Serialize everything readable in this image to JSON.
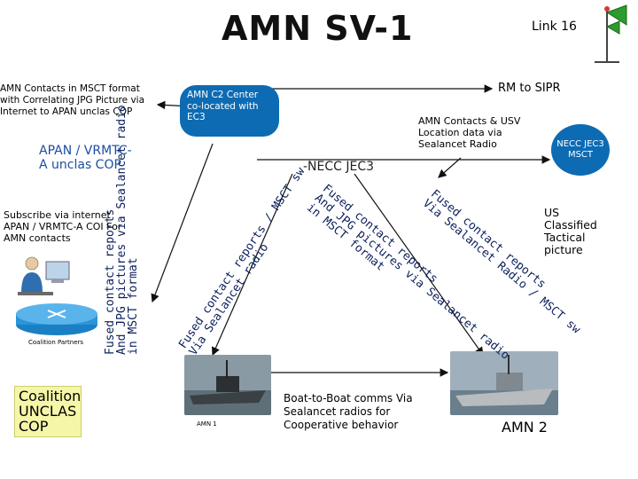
{
  "title": "AMN SV-1",
  "link16": "Link 16",
  "rm_to_sipr": "RM to SIPR",
  "amn_contacts_msct": "AMN Contacts in MSCT format with Correlating JPG Picture via Internet to APAN  unclas COP",
  "amn_c2": "AMN C2 Center co-located with EC3",
  "amn_contacts_usv": "AMN Contacts & USV Location data  via Sealancet Radio",
  "necc_jec3_right": "NECC JEC3 MSCT",
  "necc_jec3_mid": "-NECC  JEC3",
  "apan_cop": "APAN / VRMTC-A unclas COP",
  "subscribe": "Subscribe via internet APAN / VRMTC-A COI For AMN contacts",
  "us_classified": "US Classified Tactical picture",
  "coalition_partners": "Coalition Partners",
  "coalition_unclas_cop": "Coalition UNCLAS COP",
  "boat_to_boat": "Boat-to-Boat comms Via Sealancet radios for Cooperative behavior",
  "amn1": "AMN 1",
  "amn2": "AMN 2",
  "rotated": {
    "sealancet_radio_line1": "Fused contact reports",
    "sealancet_radio_line2": "And JPG pictures via Sealancet radio",
    "sealancet_radio_line3": "in MSCT format",
    "amn1_line1": "Fused contact reports / MSCT sw",
    "amn1_line2": "Via Sealancet radio",
    "center_line1": "Fused contact reports",
    "center_line2": "And JPG pictures via Sealancet radio",
    "center_line3": "in MSCT format",
    "amn2_line1": "Fused contact reports",
    "amn2_line2": "Via Sealancet Radio / MSCT sw"
  },
  "colors": {
    "box_blue": "#0d6bb3",
    "coalition_yellow": "#f6f6a8",
    "rotated_text": "#0b1f5c"
  },
  "icons": {
    "link16": "radio-tower-icon",
    "coalition": "user-at-computer-icon",
    "router": "router-icon"
  }
}
